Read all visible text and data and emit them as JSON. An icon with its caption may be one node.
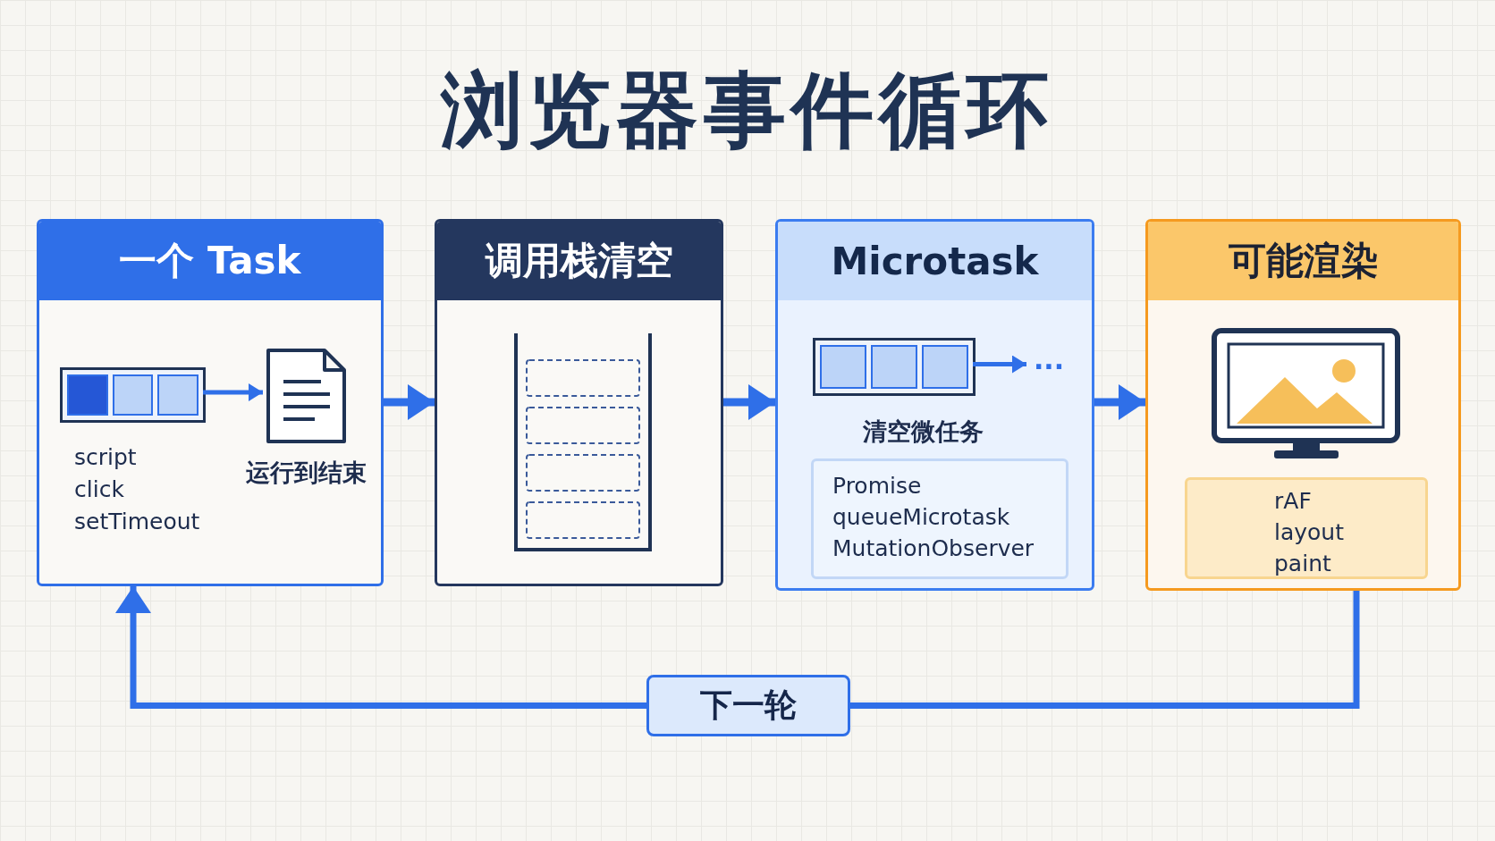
{
  "diagram": {
    "title": "浏览器事件循环",
    "nodes": [
      {
        "text": [
          "一个 Task"
        ]
      },
      {
        "text": [],
        "shape": "box",
        "in": 0,
        "beside": [
          "script click setTimeout"
        ]
      },
      {
        "text": [],
        "shape": "document",
        "in": 0,
        "beside": [
          "运行到结束"
        ]
      },
      {
        "text": [
          "调用栈清空"
        ]
      },
      {
        "text": [
          "Microtask"
        ]
      },
      {
        "text": [],
        "shape": "box",
        "in": 4,
        "beside": [
          "清空微任务"
        ]
      },
      {
        "text": [
          "···"
        ],
        "in": 4
      },
      {
        "text": [
          "Promise queueMicrotask MutationObserver"
        ],
        "in": 4
      },
      {
        "text": [
          "可能渲染"
        ]
      },
      {
        "text": [
          "rAF layout paint"
        ],
        "in": 8
      },
      {
        "text": [
          "下一轮"
        ]
      }
    ],
    "edges": [
      {
        "from": 1,
        "to": 2,
        "arrow": "to"
      },
      {
        "from": 0,
        "to": 3,
        "arrow": "to"
      },
      {
        "from": 3,
        "to": 4,
        "arrow": "to"
      },
      {
        "from": 5,
        "to": 6,
        "arrow": "to"
      },
      {
        "from": 4,
        "to": 8,
        "arrow": "to"
      },
      {
        "from": 8,
        "to": 10,
        "arrow": "none"
      },
      {
        "from": 10,
        "to": 0,
        "arrow": "to"
      }
    ]
  }
}
